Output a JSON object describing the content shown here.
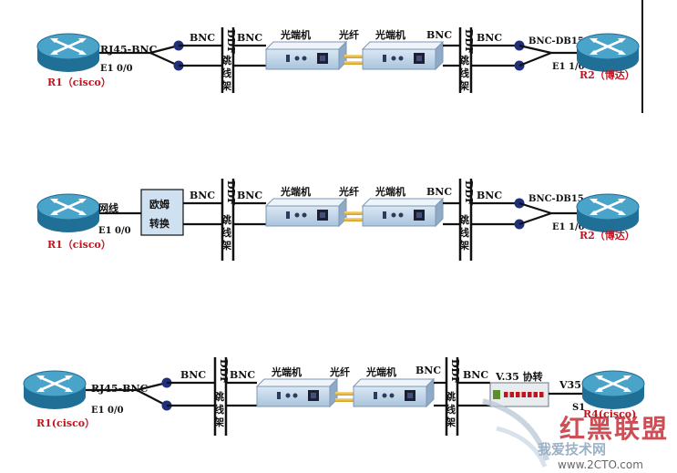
{
  "rows": [
    {
      "r_left": "R1（cisco）",
      "if_left": "E1 0/0",
      "left_conv": "RJ45-BNC",
      "bnc_a": "BNC",
      "ddf_a": [
        "DDF",
        "跳",
        "线",
        "架"
      ],
      "bnc_b": "BNC",
      "oe_a": "光端机",
      "fiber": "光纤",
      "oe_b": "光端机",
      "bnc_c": "BNC",
      "ddf_b": [
        "DDF",
        "跳",
        "线",
        "架"
      ],
      "bnc_d": "BNC",
      "right_conv": "BNC-DB15",
      "if_right": "E1 1/0",
      "r_right": "R2（博达）"
    },
    {
      "r_left": "R1（cisco）",
      "if_left": "E1 0/0",
      "cable": "网线",
      "balun": [
        "欧姆",
        "转换"
      ],
      "bnc_a": "BNC",
      "ddf_a": [
        "DDF",
        "跳",
        "线",
        "架"
      ],
      "bnc_b": "BNC",
      "oe_a": "光端机",
      "fiber": "光纤",
      "oe_b": "光端机",
      "bnc_c": "BNC",
      "ddf_b": [
        "DDF",
        "跳",
        "线",
        "架"
      ],
      "bnc_d": "BNC",
      "right_conv": "BNC-DB15",
      "if_right": "E1 1/0",
      "r_right": "R2（博达）"
    },
    {
      "r_left": "R1(cisco）",
      "if_left": "E1 0/0",
      "left_conv": "RJ45-BNC",
      "bnc_a": "BNC",
      "ddf_a": [
        "DDF",
        "跳",
        "线",
        "架"
      ],
      "bnc_b": "BNC",
      "oe_a": "光端机",
      "fiber": "光纤",
      "oe_b": "光端机",
      "bnc_c": "BNC",
      "ddf_b": [
        "DDF",
        "跳",
        "线",
        "架"
      ],
      "bnc_d": "BNC",
      "protocol_conv": "V.35 协转",
      "v35": "V35",
      "s1": "S1",
      "r_right": "R4(cisco)"
    }
  ],
  "watermark": {
    "brand": "红黑联盟",
    "slogan": "我爱技术网",
    "site": "www.2CTO.com"
  },
  "colors": {
    "router_top": "#4aa3c9",
    "router_side": "#1f6f97",
    "connector": "#1f2f7a",
    "fiber": "#e6b73a",
    "router_label": "#c0141e",
    "watermark": "#c0141e"
  }
}
